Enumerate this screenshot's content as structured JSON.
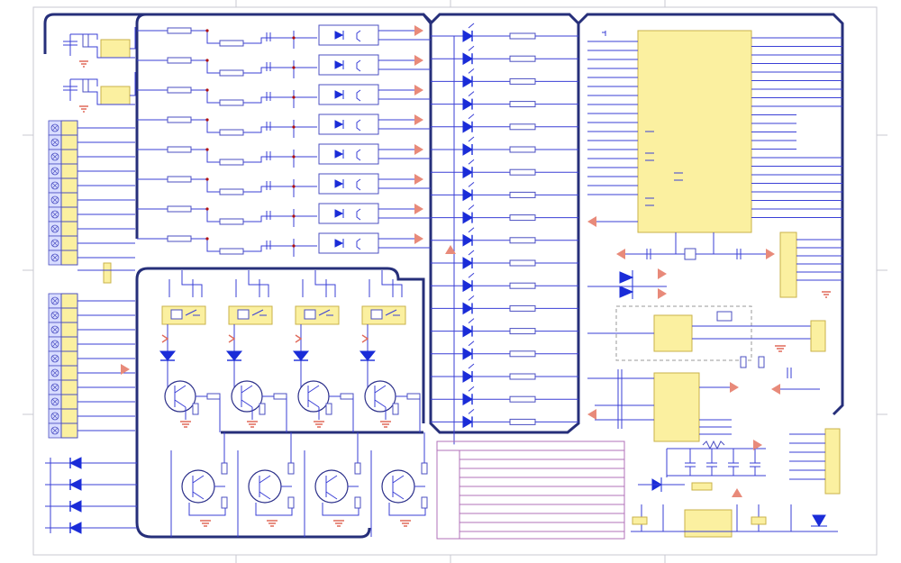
{
  "diagram": {
    "type": "electronic-schematic",
    "colors": {
      "bus": "#262f7a",
      "wire": "#3a3fd6",
      "component_fill": "#fbf0a0",
      "diode": "#1a2cd8",
      "power_arrow": "#e88a7a",
      "ground": "#e06a5a",
      "junction": "#b01010",
      "title_block": "#b070b8"
    },
    "regions": [
      {
        "name": "input-terminal-blocks",
        "count": 2
      },
      {
        "name": "optocoupler-input-stage",
        "count": 8
      },
      {
        "name": "led-indicator-column",
        "count": 18
      },
      {
        "name": "microcontroller-section"
      },
      {
        "name": "relay-driver-stage",
        "relays": 4,
        "transistors": 8
      },
      {
        "name": "power-supply-section"
      },
      {
        "name": "title-block"
      }
    ]
  }
}
